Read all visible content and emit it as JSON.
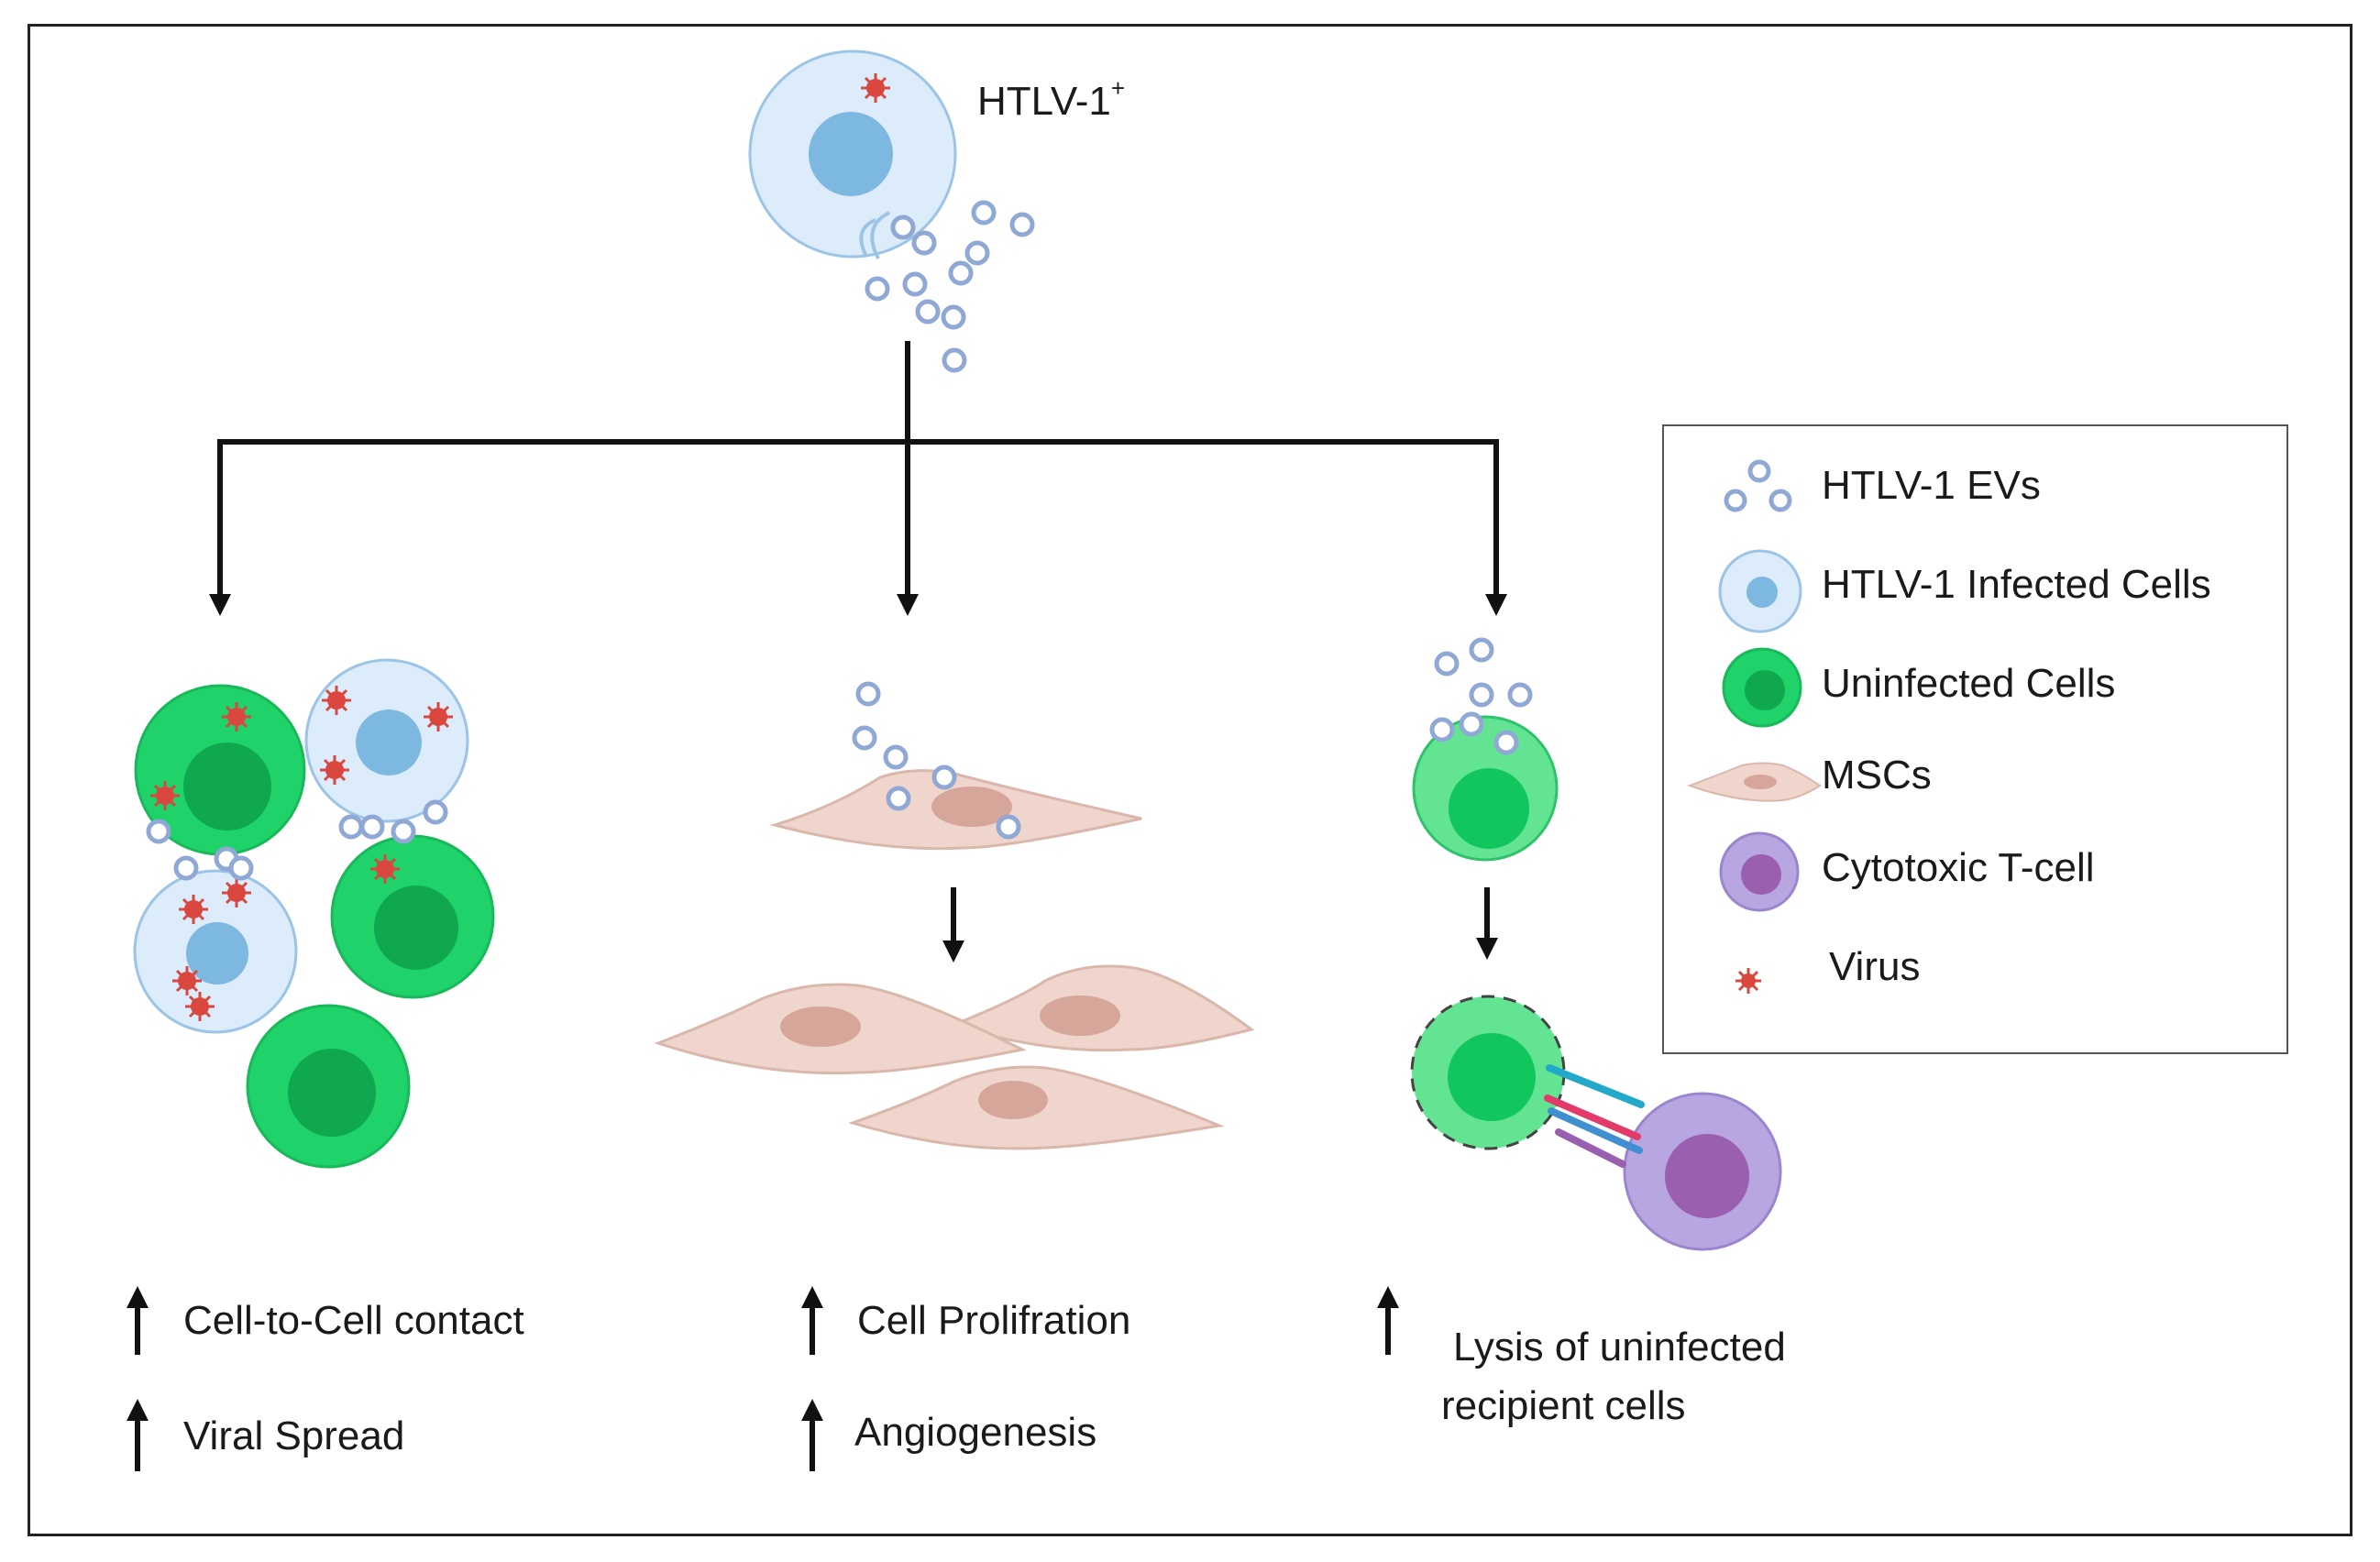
{
  "top_cell": {
    "label": "HTLV-1",
    "superscript": "+"
  },
  "outcomes": {
    "left": [
      "Cell-to-Cell contact",
      "Viral Spread"
    ],
    "middle": [
      "Cell Prolifration",
      "Angiogenesis"
    ],
    "right": {
      "line1": "Lysis of uninfected",
      "line2": "recipient cells"
    }
  },
  "legend": {
    "items": [
      {
        "label": "HTLV-1 EVs",
        "icon": "ev-icon"
      },
      {
        "label": "HTLV-1 Infected Cells",
        "icon": "infected-cell-icon"
      },
      {
        "label": "Uninfected Cells",
        "icon": "uninfected-cell-icon"
      },
      {
        "label": "MSCs",
        "icon": "msc-icon"
      },
      {
        "label": "Cytotoxic T-cell",
        "icon": "t-cell-icon"
      },
      {
        "label": "Virus",
        "icon": "virus-icon"
      }
    ]
  },
  "colors": {
    "ev": "#8fa8d6",
    "infected_cell": "#dcecfb",
    "infected_nucleus": "#7db8e0",
    "uninfected_cell": "#1fd36a",
    "uninfected_nucleus": "#0fa84e",
    "msc": "#efd5cc",
    "msc_nucleus": "#d6a69a",
    "t_cell": "#b7a6e0",
    "t_cell_nucleus": "#9b5fb0",
    "virus": "#d9473f"
  }
}
